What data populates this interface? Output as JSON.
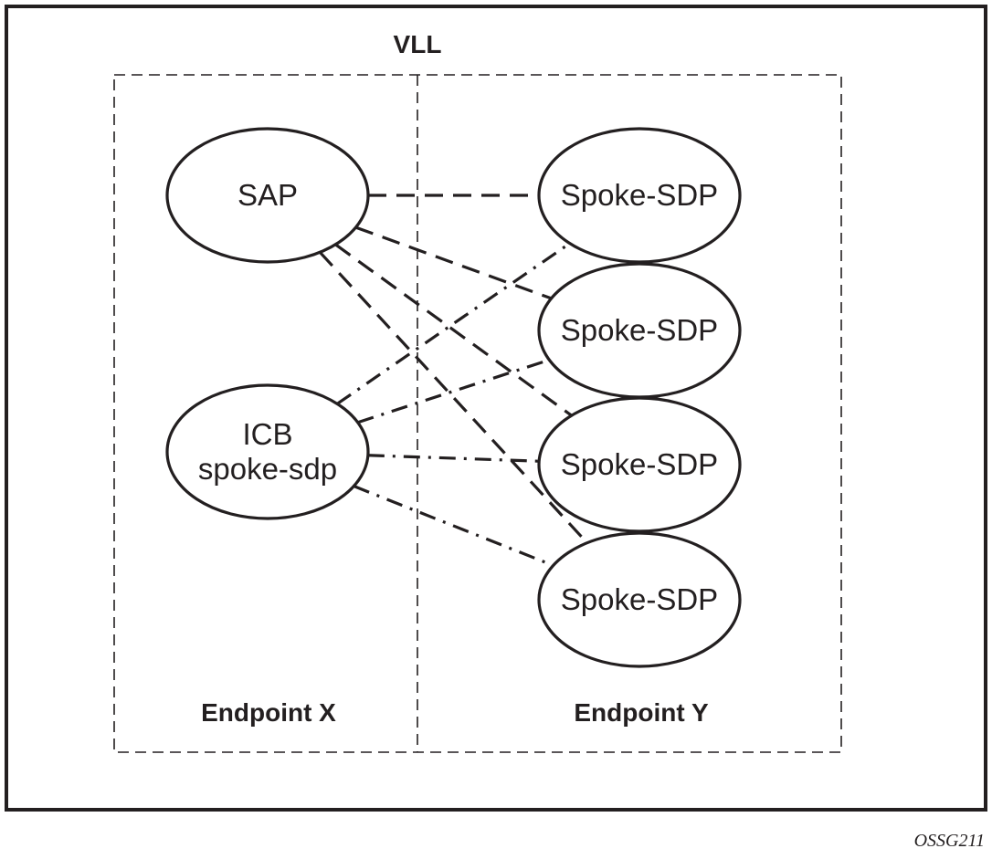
{
  "diagram": {
    "title": "VLL",
    "figure_id": "OSSG211",
    "endpoints": [
      {
        "id": "x",
        "label": "Endpoint X"
      },
      {
        "id": "y",
        "label": "Endpoint Y"
      }
    ],
    "nodes": [
      {
        "id": "sap",
        "lines": [
          "SAP"
        ],
        "endpoint": "x"
      },
      {
        "id": "icb",
        "lines": [
          "ICB",
          "spoke-sdp"
        ],
        "endpoint": "x"
      },
      {
        "id": "sdp1",
        "lines": [
          "Spoke-SDP"
        ],
        "endpoint": "y"
      },
      {
        "id": "sdp2",
        "lines": [
          "Spoke-SDP"
        ],
        "endpoint": "y"
      },
      {
        "id": "sdp3",
        "lines": [
          "Spoke-SDP"
        ],
        "endpoint": "y"
      },
      {
        "id": "sdp4",
        "lines": [
          "Spoke-SDP"
        ],
        "endpoint": "y"
      }
    ],
    "edges": [
      {
        "from": "sap",
        "to": "sdp1",
        "style": "dashed"
      },
      {
        "from": "sap",
        "to": "sdp2",
        "style": "dashed"
      },
      {
        "from": "sap",
        "to": "sdp3",
        "style": "dashed"
      },
      {
        "from": "sap",
        "to": "sdp4",
        "style": "dashed"
      },
      {
        "from": "icb",
        "to": "sdp1",
        "style": "dash-dot"
      },
      {
        "from": "icb",
        "to": "sdp2",
        "style": "dash-dot"
      },
      {
        "from": "icb",
        "to": "sdp3",
        "style": "dash-dot"
      },
      {
        "from": "icb",
        "to": "sdp4",
        "style": "dash-dot"
      }
    ]
  }
}
